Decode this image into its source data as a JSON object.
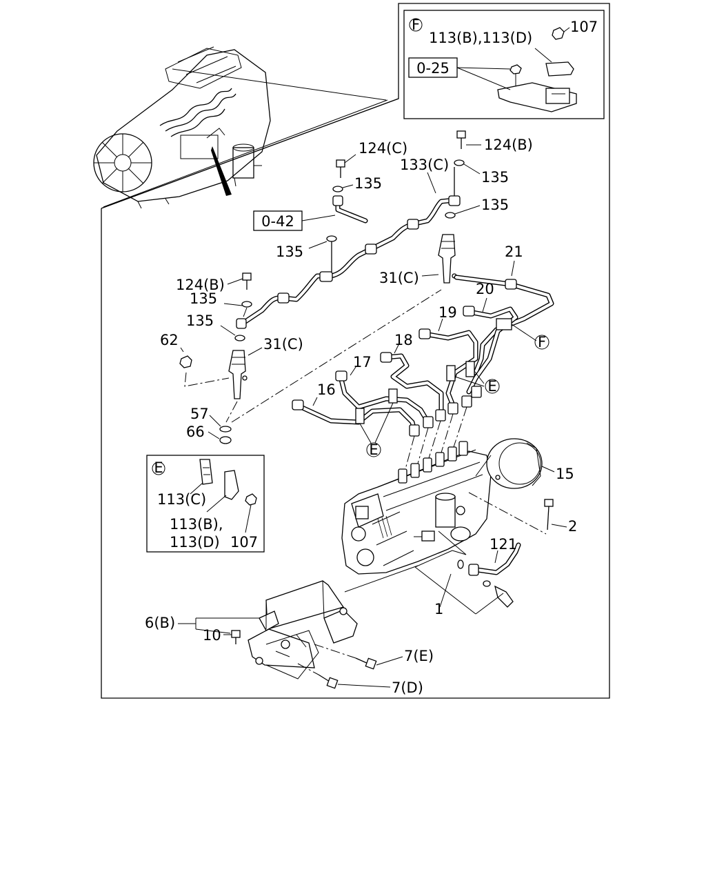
{
  "inset_f": {
    "marker": "F",
    "part_label": "113(B),113(D)",
    "nut_label": "107",
    "ref_box": "0-25"
  },
  "inset_e": {
    "marker": "E",
    "clip_label": "113(C)",
    "clamp_label_line1": "113(B),",
    "clamp_label_line2": "113(D)",
    "nut_label": "107"
  },
  "main": {
    "ref_box_042": "0-42",
    "callout_f": "F",
    "callout_e_right": "E",
    "callout_e_bottom": "E",
    "labels": {
      "bolt_124c": "124(C)",
      "bolt_124b_top": "124(B)",
      "pipe_133c": "133(C)",
      "washer_135_a": "135",
      "washer_135_b": "135",
      "washer_135_c": "135",
      "washer_135_d": "135",
      "washer_135_e": "135",
      "washer_135_f": "135",
      "bolt_124b_left": "124(B)",
      "nozzle_31c_right": "31(C)",
      "nozzle_31c_left": "31(C)",
      "pipe_21": "21",
      "pipe_20": "20",
      "pipe_19": "19",
      "pipe_18": "18",
      "pipe_17": "17",
      "pipe_16": "16",
      "nut_62": "62",
      "gasket_57": "57",
      "seal_66": "66",
      "timer_15": "15",
      "bolt_2": "2",
      "pipe_121": "121",
      "pump_1": "1",
      "bracket_6b": "6(B)",
      "bolt_10": "10",
      "bolt_7e": "7(E)",
      "bolt_7d": "7(D)"
    }
  }
}
